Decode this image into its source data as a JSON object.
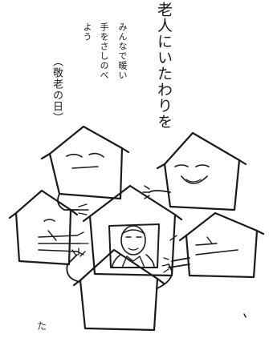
{
  "title": "老人にいたわりを",
  "subtitle_lines": [
    "みんなで暖い",
    "手をさしのべ",
    "よう"
  ],
  "caption": "（敬老の日）",
  "signature": "た"
}
